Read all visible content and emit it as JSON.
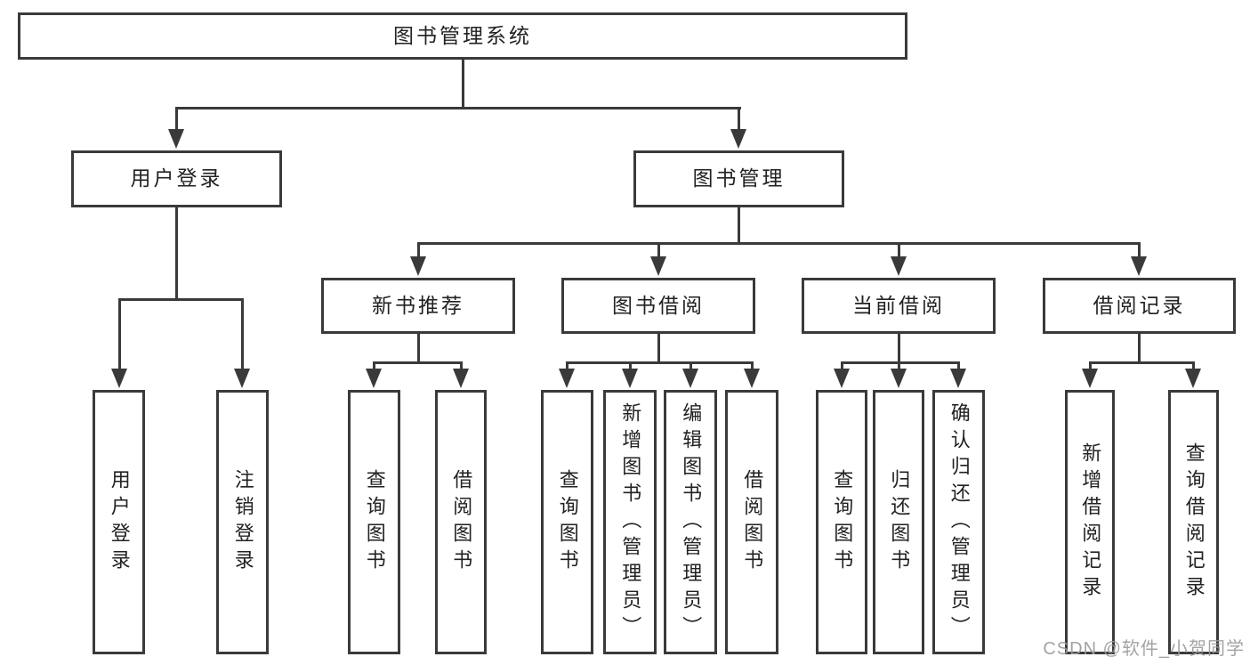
{
  "diagram": {
    "tree": {
      "label": "图书管理系统",
      "children": [
        {
          "label": "用户登录",
          "children": [
            {
              "label": "用户登录"
            },
            {
              "label": "注销登录"
            }
          ]
        },
        {
          "label": "图书管理",
          "children": [
            {
              "label": "新书推荐",
              "children": [
                {
                  "label": "查询图书"
                },
                {
                  "label": "借阅图书"
                }
              ]
            },
            {
              "label": "图书借阅",
              "children": [
                {
                  "label": "查询图书"
                },
                {
                  "label": "新增图书（管理员）"
                },
                {
                  "label": "编辑图书（管理员）"
                },
                {
                  "label": "借阅图书"
                }
              ]
            },
            {
              "label": "当前借阅",
              "children": [
                {
                  "label": "查询图书"
                },
                {
                  "label": "归还图书"
                },
                {
                  "label": "确认归还（管理员）"
                }
              ]
            },
            {
              "label": "借阅记录",
              "children": [
                {
                  "label": "新增借阅记录"
                },
                {
                  "label": "查询借阅记录"
                }
              ]
            }
          ]
        }
      ]
    }
  },
  "watermark": {
    "text": "CSDN @软件_小贺同学"
  },
  "colors": {
    "line": "#3a3a3a",
    "text": "#222222",
    "background": "#ffffff",
    "watermark": "#9c9c9c"
  }
}
